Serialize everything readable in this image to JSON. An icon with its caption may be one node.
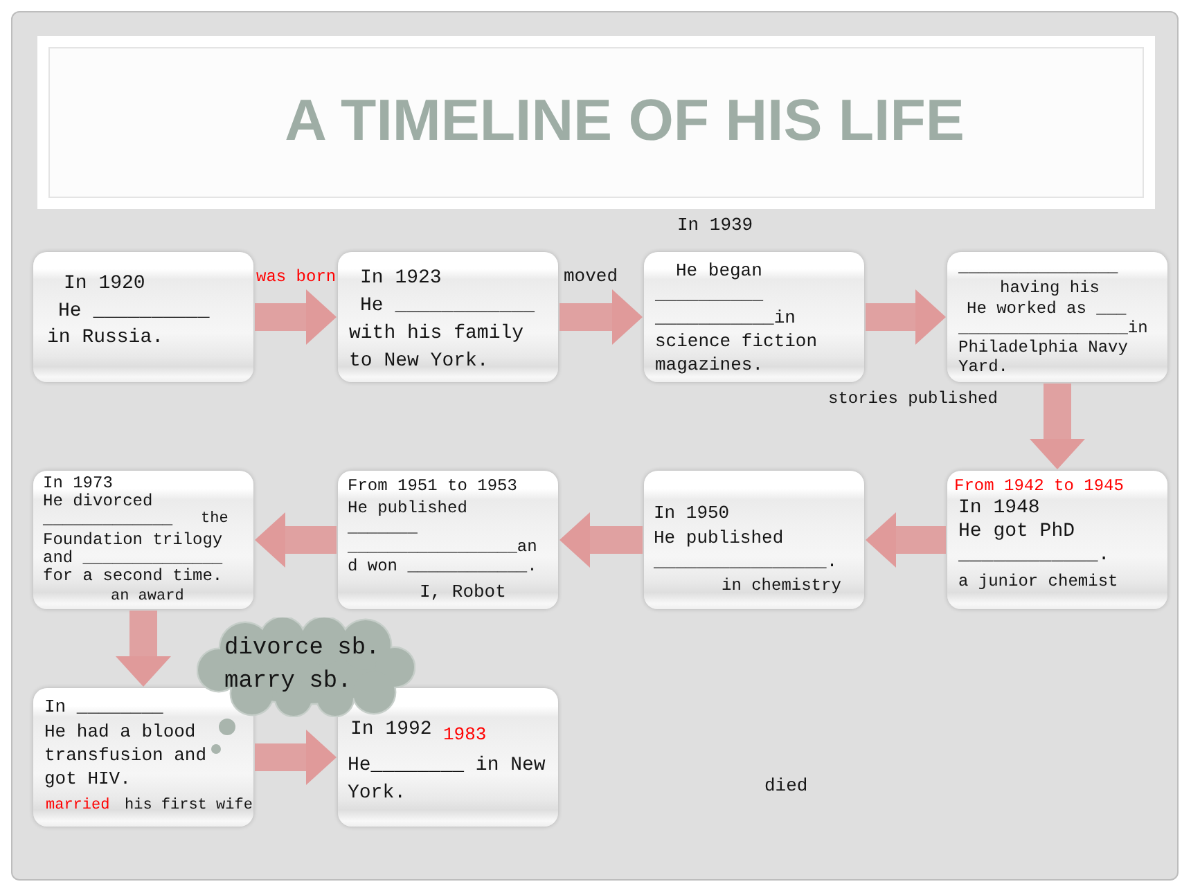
{
  "diagram": {
    "title": "A TIMELINE OF HIS LIFE",
    "nodes": [
      {
        "text": [
          "In 1920",
          "He __________ in Russia."
        ]
      },
      {
        "text": [
          "In 1923",
          "He ____________ with his family to New York."
        ]
      },
      {
        "text": [
          "In 1939",
          "He began __________ ___________in science fiction magazines."
        ]
      },
      {
        "text": [
          "________________",
          "He worked as ___ _________________in Philadelphia Navy Yard."
        ]
      },
      {
        "text": [
          "In 1948",
          "He got PhD ____________."
        ]
      },
      {
        "text": [
          "In 1950",
          "He published ________________."
        ]
      },
      {
        "text": [
          "From 1951 to 1953",
          "He published _______ _________________an d won ____________."
        ]
      },
      {
        "text": [
          "In 1973",
          "He divorced _____________",
          "and ______________ for a second time."
        ]
      },
      {
        "text": [
          "divorce sb.",
          "marry sb."
        ]
      },
      {
        "text": [
          "In ________",
          "He had a blood transfusion and got HIV."
        ]
      },
      {
        "text": [
          "In 1992",
          "He________ in New York."
        ]
      }
    ],
    "edges": [
      {
        "from": 0,
        "to": 1,
        "arrow": "to"
      },
      {
        "from": 1,
        "to": 2,
        "arrow": "to"
      },
      {
        "from": 2,
        "to": 3,
        "arrow": "to"
      },
      {
        "from": 3,
        "to": 4,
        "arrow": "to"
      },
      {
        "from": 4,
        "to": 5,
        "arrow": "to"
      },
      {
        "from": 5,
        "to": 6,
        "arrow": "to"
      },
      {
        "from": 6,
        "to": 7,
        "arrow": "to"
      },
      {
        "from": 7,
        "to": 9,
        "arrow": "to"
      },
      {
        "from": 9,
        "to": 10,
        "arrow": "to"
      }
    ],
    "labels": [
      "was born",
      "moved",
      "having his",
      "stories published",
      "From 1942 to 1945",
      "the",
      "a junior chemist",
      "Foundation trilogy",
      "I, Robot",
      "in chemistry",
      "an award",
      "1983",
      "his first wife",
      "married",
      "died"
    ]
  }
}
